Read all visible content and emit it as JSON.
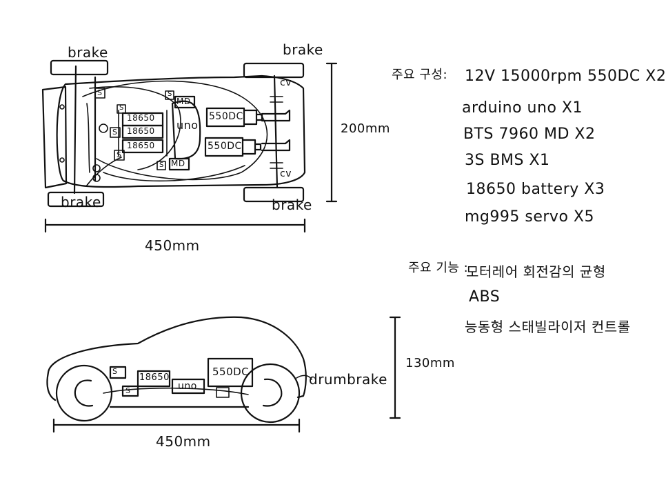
{
  "top_view": {
    "brake_labels": [
      "brake",
      "brake",
      "brake",
      "brake"
    ],
    "battery_labels": [
      "18650",
      "18650",
      "18650"
    ],
    "servo_label": "S",
    "bms_label": "S",
    "md_labels": [
      "MD",
      "MD"
    ],
    "uno_label": "uno",
    "motor_labels": [
      "550DC",
      "550DC"
    ],
    "cv_labels": [
      "cv",
      "cv"
    ],
    "width_dim": "200mm",
    "length_dim": "450mm"
  },
  "side_view": {
    "battery_label": "18650",
    "uno_label": "uno",
    "motor_label": "550DC",
    "drum_brake_label": "drumbrake",
    "servo_label": "S",
    "height_dim": "130mm",
    "length_dim": "450mm"
  },
  "components": {
    "heading": "주요 구성:",
    "items": [
      "12V 15000rpm 550DC X2",
      "arduino uno X1",
      "BTS 7960 MD X2",
      "3S BMS X1",
      "18650 battery X3",
      "mg995 servo X5"
    ]
  },
  "features": {
    "heading": "주요 기능 :",
    "items": [
      "모터레어 회전감의 균형",
      "ABS",
      "능동형 스태빌라이저 컨트롤"
    ]
  }
}
